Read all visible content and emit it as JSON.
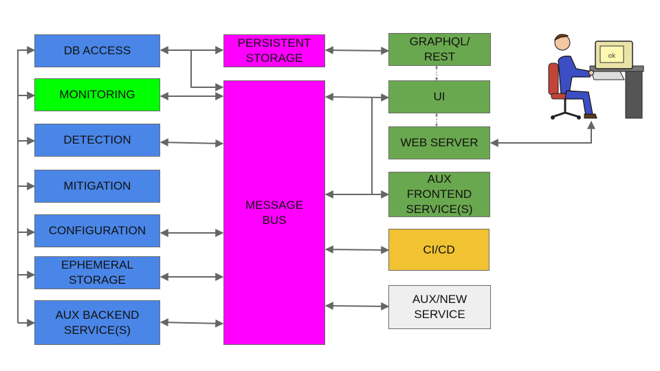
{
  "backend": {
    "db_access": "DB ACCESS",
    "monitoring": "MONITORING",
    "detection": "DETECTION",
    "mitigation": "MITIGATION",
    "configuration": "CONFIGURATION",
    "ephemeral_storage": "EPHEMERAL\nSTORAGE",
    "aux_backend": "AUX BACKEND\nSERVICE(S)"
  },
  "core": {
    "persistent_storage": "PERSISTENT\nSTORAGE",
    "message_bus": "MESSAGE\nBUS"
  },
  "frontend": {
    "graphql_rest": "GRAPHQL/\nREST",
    "ui": "UI",
    "web_server": "WEB SERVER",
    "aux_frontend": "AUX\nFRONTEND\nSERVICE(S)",
    "ci_cd": "CI/CD",
    "aux_new": "AUX/NEW\nSERVICE"
  },
  "colors": {
    "backend_blue": "#4a86e8",
    "monitoring_green": "#00ff00",
    "bus_magenta": "#ff00ff",
    "frontend_green": "#6aa84f",
    "cicd_yellow": "#f1c232",
    "new_grey": "#efefef",
    "arrow_grey": "#666666"
  },
  "icons": {
    "user": "user-at-computer-icon"
  }
}
